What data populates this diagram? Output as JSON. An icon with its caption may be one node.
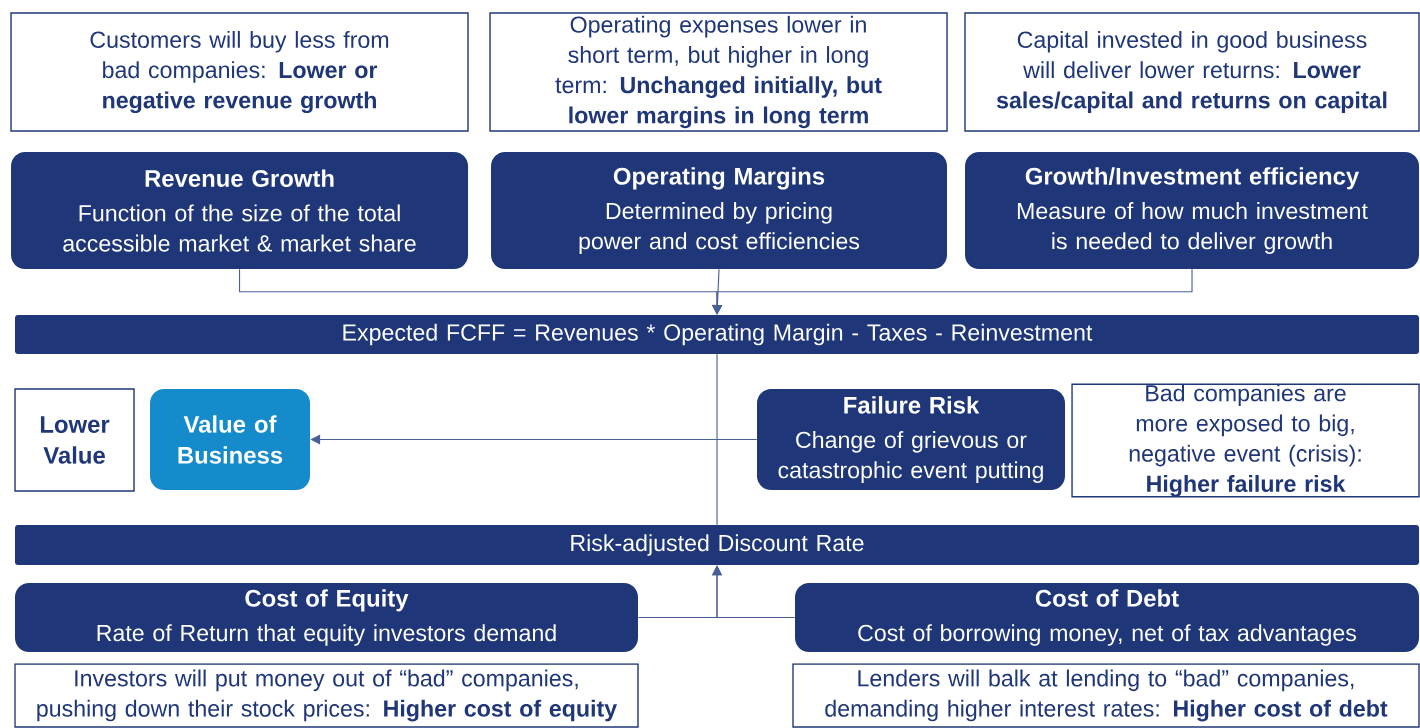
{
  "diagram": {
    "nodes": [
      {
        "text": [
          "Customers will buy less from bad companies: **Lower or negative revenue growth**"
        ]
      },
      {
        "text": [
          "Operating expenses lower in short term, but higher in long term: **Unchanged initially, but lower margins in long term**"
        ]
      },
      {
        "text": [
          "Capital invested in good business will deliver lower returns: **Lower sales/capital and returns on capital**"
        ]
      },
      {
        "text": [
          "Revenue Growth",
          "Function of the size of the total accessible market & market share"
        ]
      },
      {
        "text": [
          "Operating Margins",
          "Determined by pricing power and cost efficiencies"
        ]
      },
      {
        "text": [
          "Growth/Investment efficiency",
          "Measure of how much investment is needed to deliver growth"
        ]
      },
      {
        "text": [
          "Expected FCFF = Revenues * Operating Margin - Taxes - Reinvestment"
        ]
      },
      {
        "text": [
          "Lower Value"
        ]
      },
      {
        "text": [
          "Value of Business"
        ]
      },
      {
        "text": [
          "Failure Risk",
          "Change of grievous or catastrophic event putting"
        ]
      },
      {
        "text": [
          "Bad companies are more exposed to big, negative event (crisis): **Higher failure risk**"
        ]
      },
      {
        "text": [
          "Risk-adjusted Discount Rate"
        ]
      },
      {
        "text": [
          "Cost of Equity",
          "Rate of Return that equity investors demand"
        ]
      },
      {
        "text": [
          "Cost of Debt",
          "Cost of borrowing money, net of tax advantages"
        ]
      },
      {
        "text": [
          "Investors will put money out of “bad” companies, pushing down their stock prices: **Higher cost of equity**"
        ]
      },
      {
        "text": [
          "Lenders will balk at lending to “bad” companies, demanding higher interest rates: **Higher cost of debt**"
        ]
      }
    ],
    "edges": [
      {
        "from": 3,
        "to": 6,
        "arrow": "to"
      },
      {
        "from": 4,
        "to": 6,
        "arrow": "to"
      },
      {
        "from": 5,
        "to": 6,
        "arrow": "to"
      },
      {
        "from": 6,
        "to": 11,
        "arrow": "none"
      },
      {
        "from": 9,
        "to": 8,
        "arrow": "to"
      },
      {
        "from": 12,
        "to": 11,
        "arrow": "to"
      },
      {
        "from": 13,
        "to": 11,
        "arrow": "to"
      }
    ]
  }
}
